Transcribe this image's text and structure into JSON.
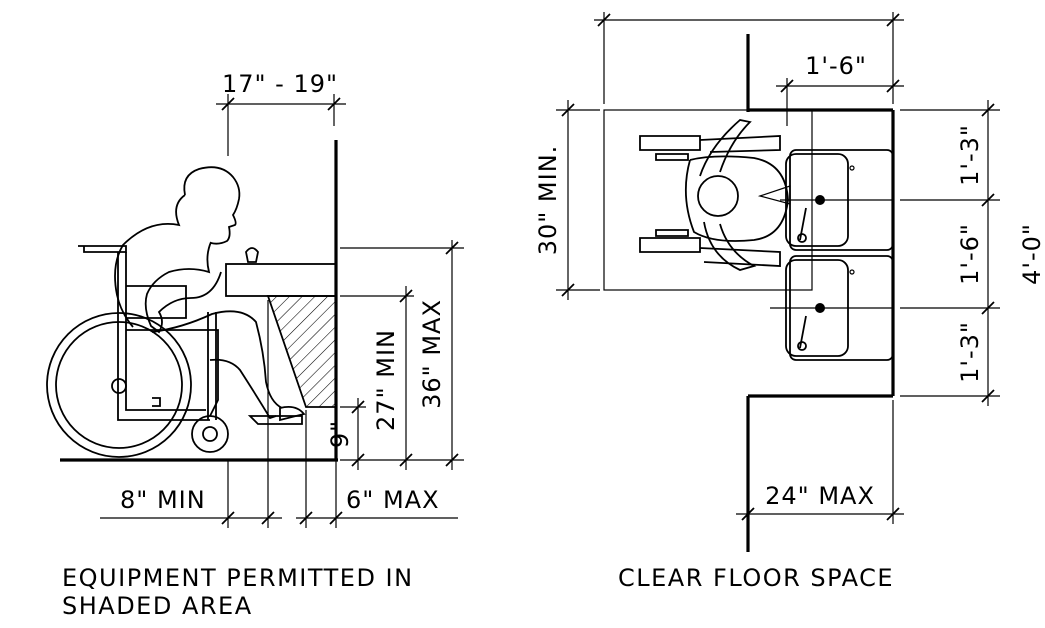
{
  "left_detail": {
    "dim_top": "17\" - 19\"",
    "dim_27": "27\" MIN",
    "dim_36": "36\" MAX",
    "dim_9": "9\"",
    "dim_8": "8\" MIN",
    "dim_6": "6\" MAX",
    "caption_line1": "EQUIPMENT PERMITTED IN",
    "caption_line2": "SHADED AREA"
  },
  "right_detail": {
    "dim_1_6_top": "1'-6\"",
    "dim_30": "30\" MIN.",
    "dim_1_3_top": "1'-3\"",
    "dim_1_6_mid": "1'-6\"",
    "dim_1_3_bot": "1'-3\"",
    "dim_4_0": "4'-0\"",
    "dim_24": "24\" MAX",
    "caption": "CLEAR FLOOR SPACE"
  }
}
